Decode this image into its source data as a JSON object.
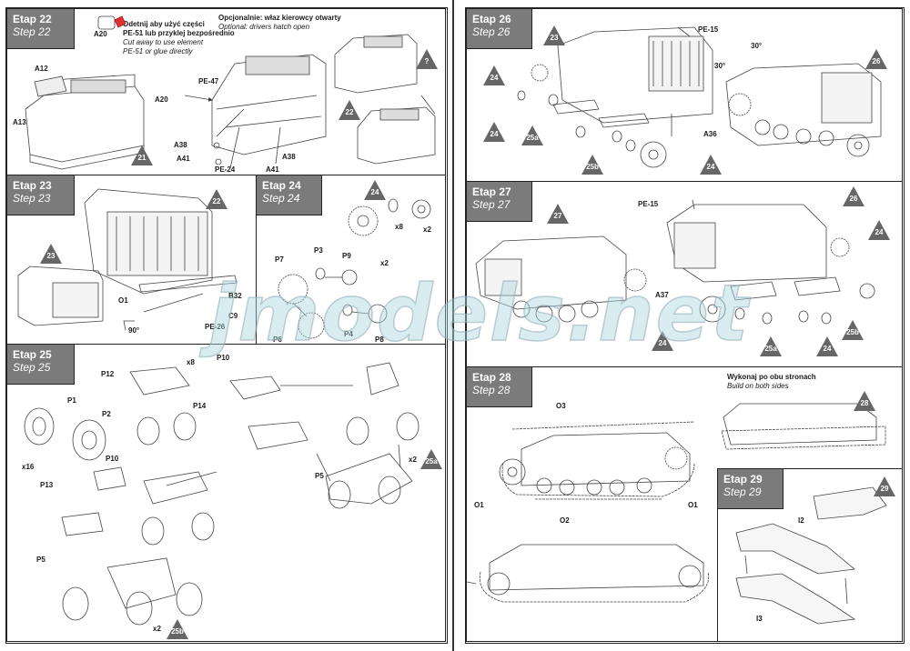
{
  "steps": {
    "s22": {
      "pl": "Etap 22",
      "en": "Step 22"
    },
    "s23": {
      "pl": "Etap 23",
      "en": "Step 23"
    },
    "s24": {
      "pl": "Etap 24",
      "en": "Step 24"
    },
    "s25": {
      "pl": "Etap 25",
      "en": "Step 25"
    },
    "s26": {
      "pl": "Etap 26",
      "en": "Step 26"
    },
    "s27": {
      "pl": "Etap 27",
      "en": "Step 27"
    },
    "s28": {
      "pl": "Etap 28",
      "en": "Step 28"
    },
    "s29": {
      "pl": "Etap 29",
      "en": "Step 29"
    }
  },
  "notes": {
    "hatch_pl": "Opcjonalnie: właz kierowcy otwarty",
    "hatch_en": "Optional: drivers hatch open",
    "cut_pl1": "Odetnij aby użyć części",
    "cut_pl2": "PE-51 lub przyklej bezpośrednio",
    "cut_en1": "Cut away to use element",
    "cut_en2": "PE-51 or glue directly",
    "both_pl": "Wykonaj po obu stronach",
    "both_en": "Build on both sides"
  },
  "labels": {
    "a20a": "A20",
    "a12": "A12",
    "a13": "A13",
    "a20b": "A20",
    "pe47": "PE-47",
    "a38a": "A38",
    "a41a": "A41",
    "pe24": "PE-24",
    "a38b": "A38",
    "a41b": "A41",
    "q": "?",
    "o1a": "O1",
    "b32": "B32",
    "c9": "C9",
    "pe26": "PE-26",
    "deg90": "90°",
    "p7": "P7",
    "p3": "P3",
    "p9": "P9",
    "p6": "P6",
    "p4": "P4",
    "p8": "P8",
    "x8a": "x8",
    "x2a": "x2",
    "x2b": "x2",
    "p10a": "P10",
    "x8b": "x8",
    "p12": "P12",
    "p14": "P14",
    "p1": "P1",
    "p2": "P2",
    "x16": "x16",
    "p10b": "P10",
    "p13": "P13",
    "p5a": "P5",
    "p5b": "P5",
    "x2c": "x2",
    "x2d": "x2",
    "pe15a": "PE-15",
    "deg30a": "30°",
    "deg30b": "30°",
    "a36": "A36",
    "pe15b": "PE-15",
    "a37": "A37",
    "o3": "O3",
    "o1b": "O1",
    "o1c": "O1",
    "o2": "O2",
    "i2": "I2",
    "i3": "I3"
  },
  "badges": {
    "b21": "21",
    "b22a": "22",
    "b22b": "22",
    "b23a": "23",
    "b24a": "24",
    "b25a": "25a",
    "b25b": "25b",
    "b23b": "23",
    "b24b": "24",
    "b24c": "24",
    "b25c": "25a",
    "b25d": "25b",
    "b24d": "24",
    "b26a": "26",
    "b27": "27",
    "b26b": "26",
    "b24e": "24",
    "b24f": "24",
    "b25e": "25a",
    "b24g": "24",
    "b25f": "25b",
    "b28": "28",
    "b29": "29"
  },
  "watermark": "jmodels.net"
}
